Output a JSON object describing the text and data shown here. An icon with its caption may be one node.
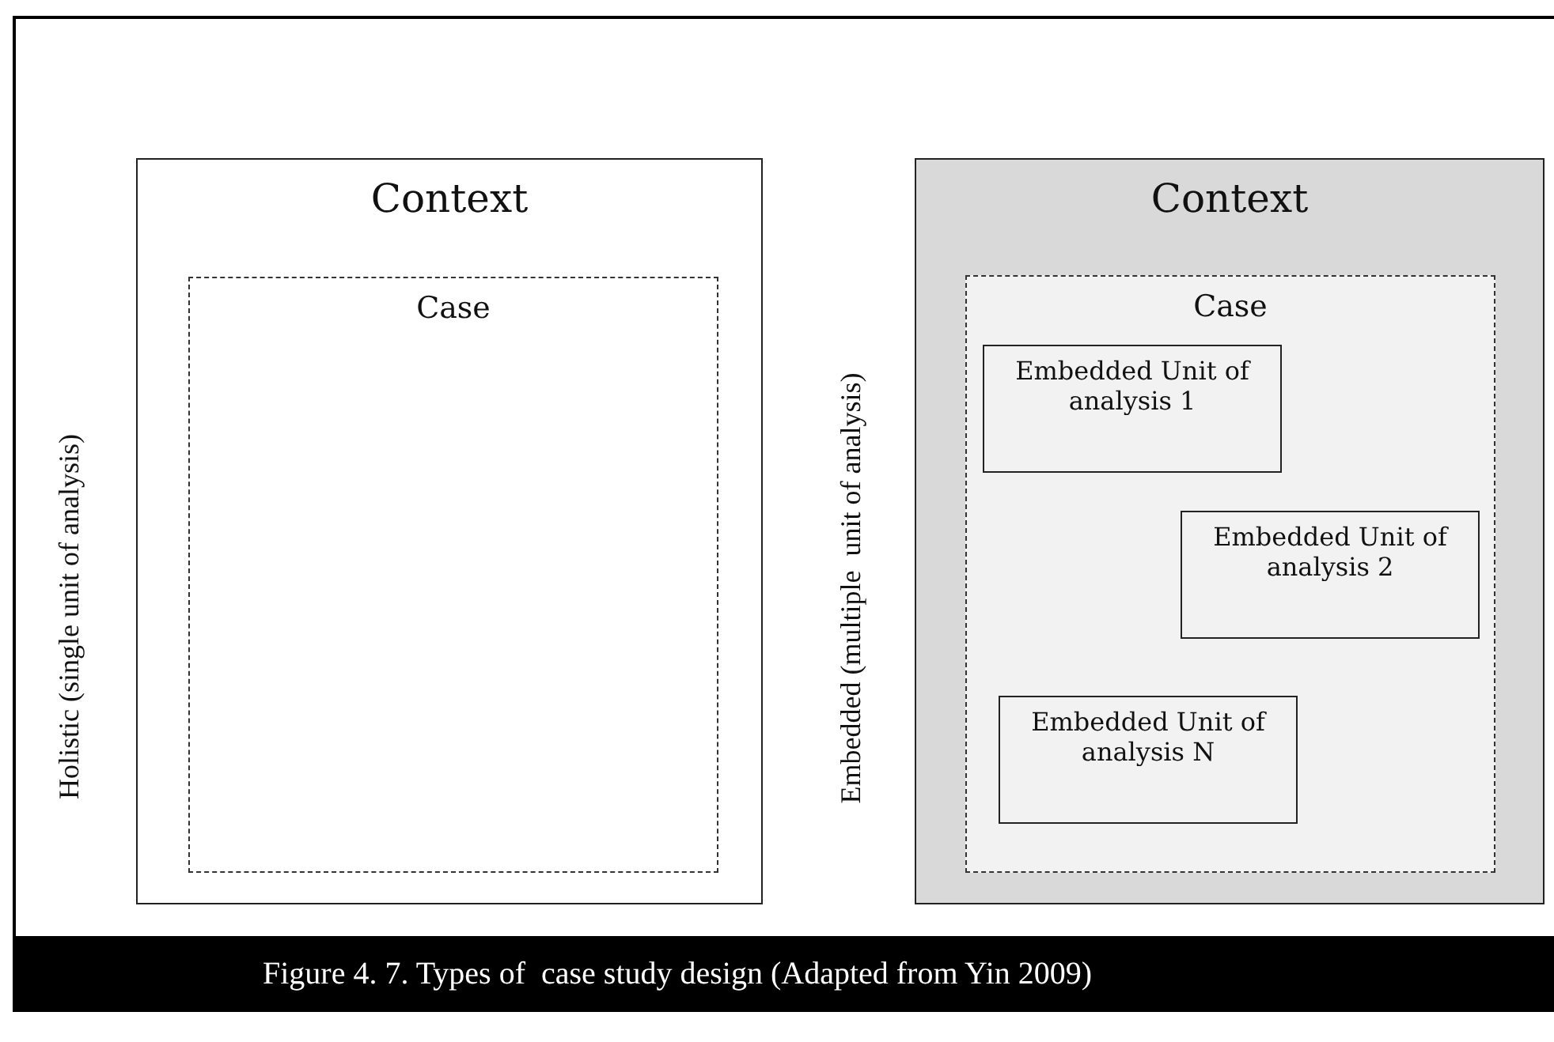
{
  "diagram": {
    "caption": "Figure 4. 7. Types of  case study design (Adapted from Yin 2009)",
    "nodes": [
      {
        "text": [
          "Context"
        ]
      },
      {
        "text": [
          "Case"
        ],
        "in": 0
      },
      {
        "text": [
          "Context"
        ]
      },
      {
        "text": [
          "Case"
        ],
        "in": 2
      },
      {
        "text": [
          "Embedded Unit of analysis 1"
        ],
        "in": 3
      },
      {
        "text": [
          "Embedded Unit of analysis 2"
        ],
        "in": 3
      },
      {
        "text": [
          "Embedded Unit of analysis N"
        ],
        "in": 3
      }
    ],
    "labels": [
      "Holistic (single unit of analysis)",
      "Embedded (multiple  unit of analysis)"
    ]
  }
}
